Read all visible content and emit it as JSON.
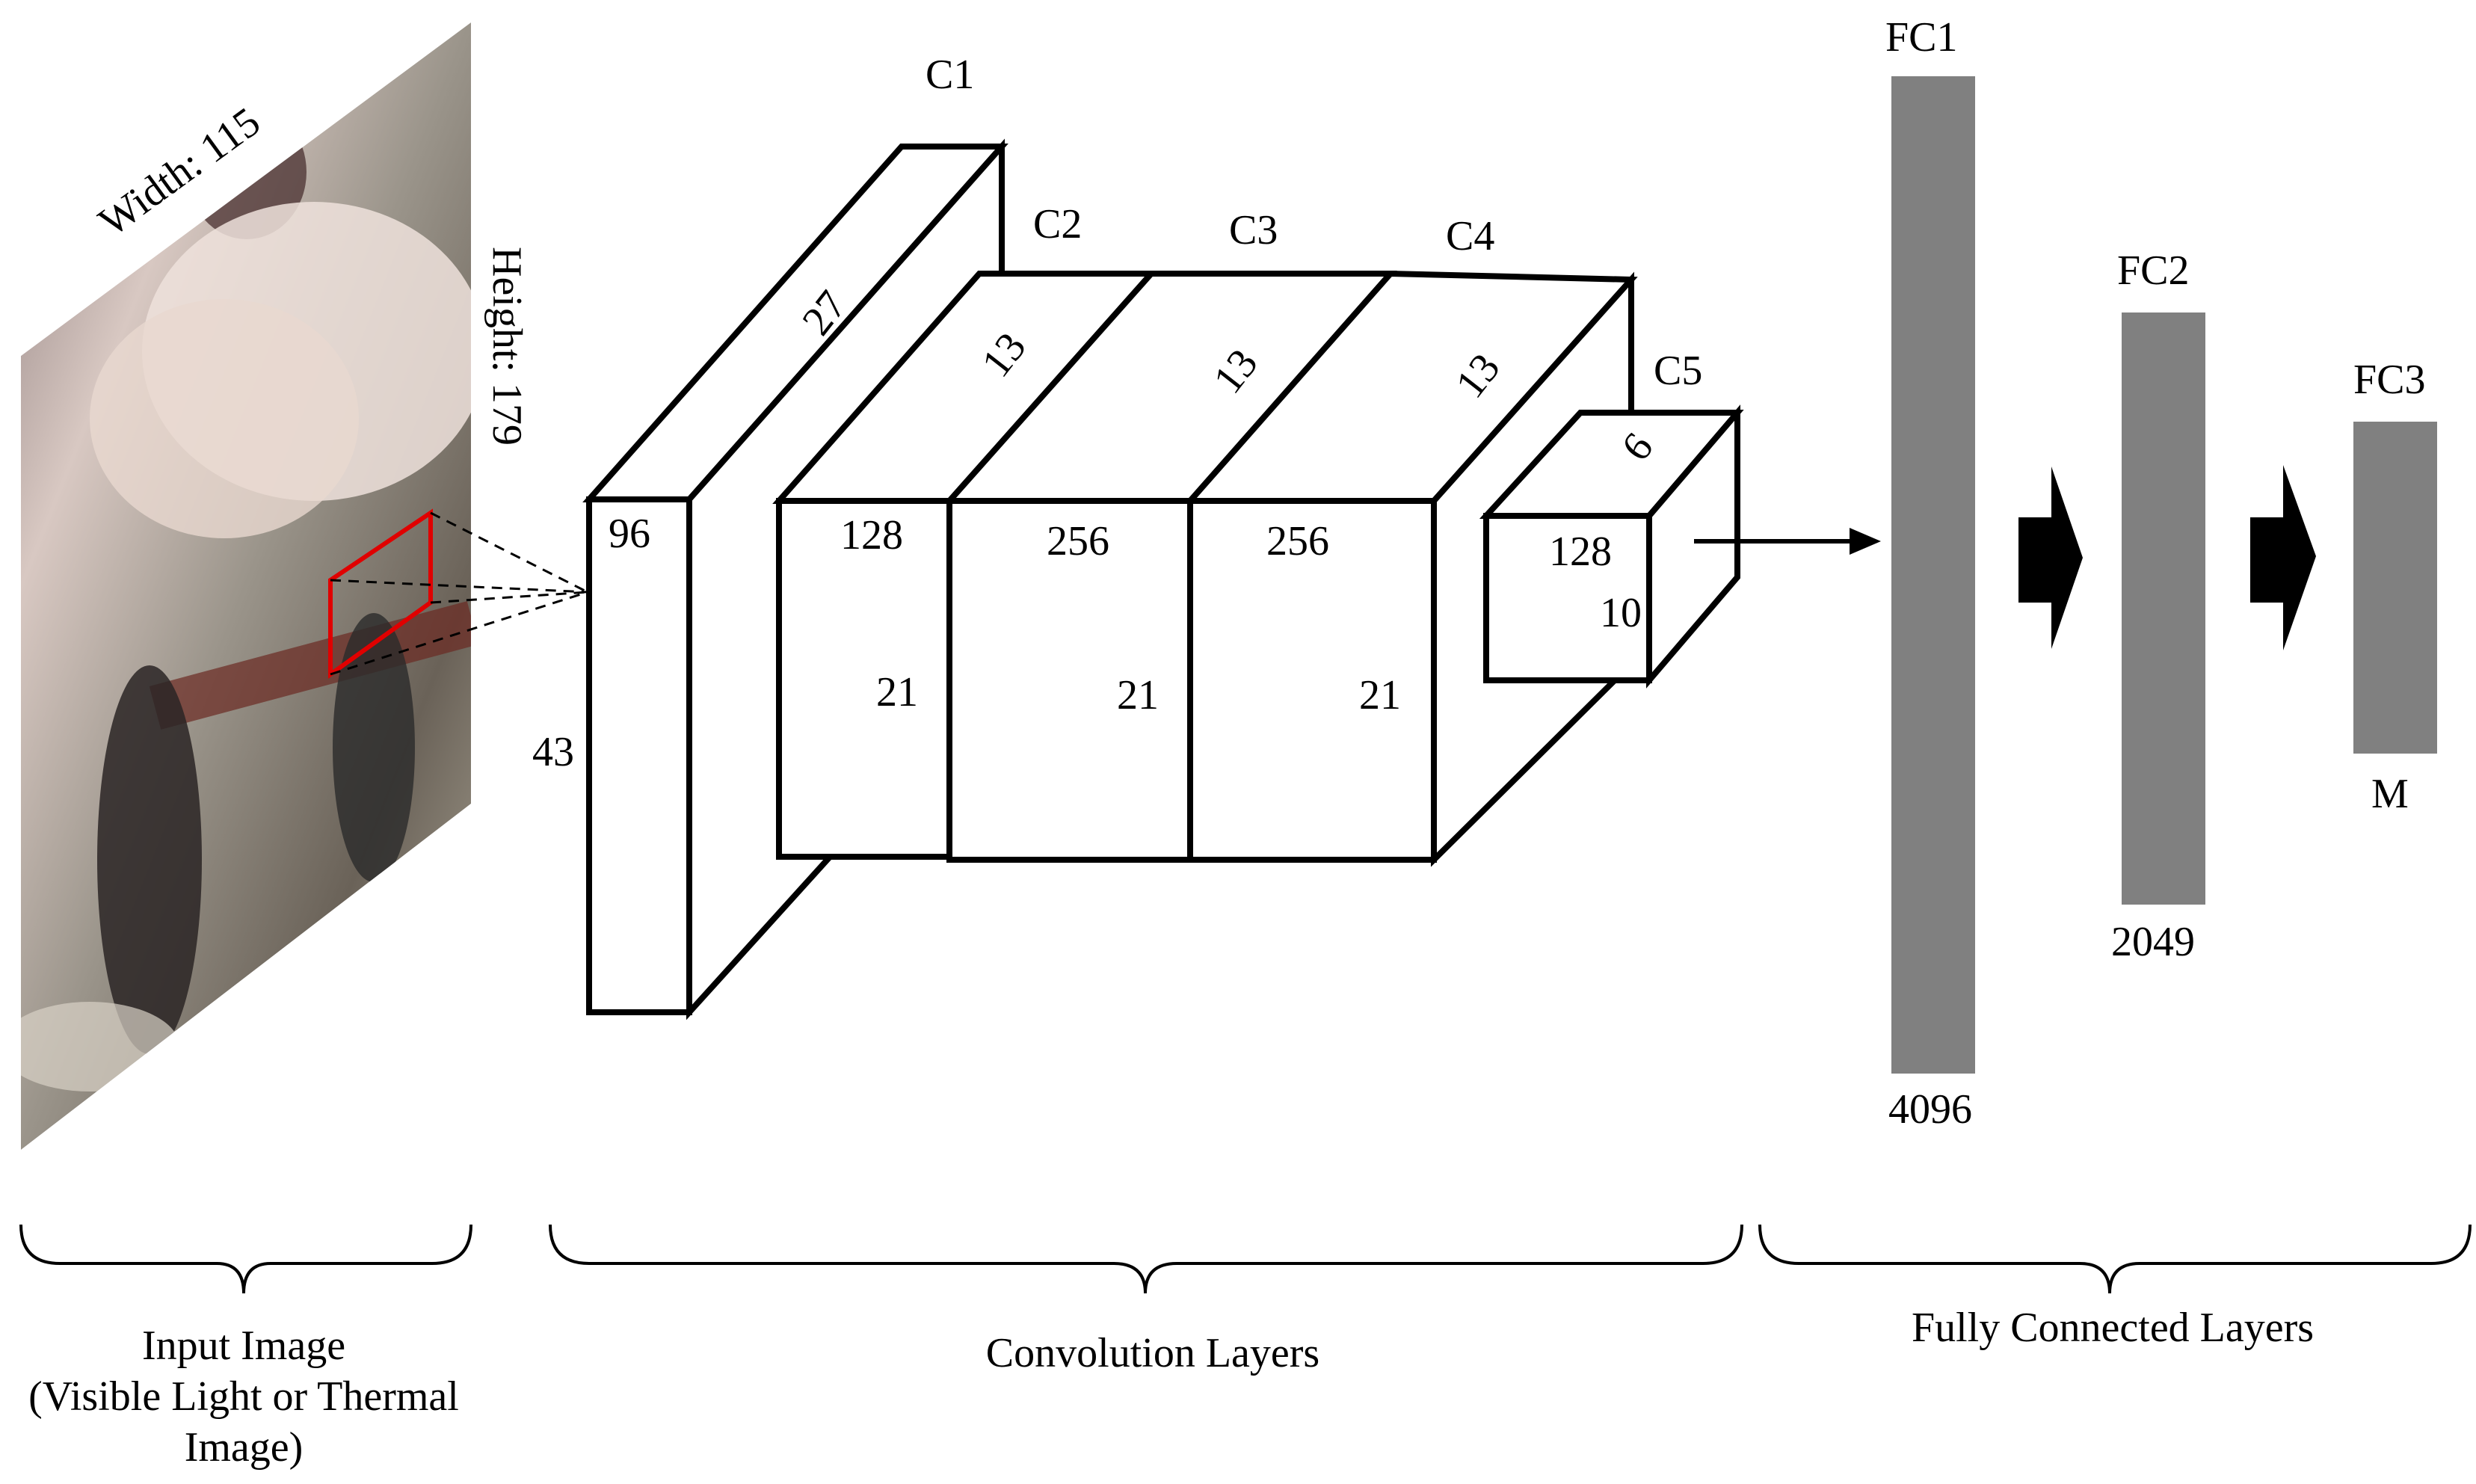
{
  "input_image": {
    "width_label": "Width: 115",
    "height_label": "Height: 179",
    "caption_lines": [
      "Input Image",
      "(Visible Light or Thermal",
      "Image)"
    ]
  },
  "conv_layers": {
    "caption": "Convolution Layers",
    "c1": {
      "name": "C1",
      "depth": "27",
      "channels": "96",
      "height": "43"
    },
    "c2": {
      "name": "C2",
      "depth": "13",
      "channels": "128",
      "height": "21"
    },
    "c3": {
      "name": "C3",
      "depth": "13",
      "channels": "256",
      "height": "21"
    },
    "c4": {
      "name": "C4",
      "depth": "13",
      "channels": "256",
      "height": "21"
    },
    "c5": {
      "name": "C5",
      "depth": "6",
      "channels": "128",
      "height": "10"
    }
  },
  "fc_layers": {
    "caption": "Fully Connected Layers",
    "fc1": {
      "name": "FC1",
      "units": "4096"
    },
    "fc2": {
      "name": "FC2",
      "units": "2049"
    },
    "fc3": {
      "name": "FC3",
      "units": "M"
    }
  },
  "colors": {
    "fc_bar": "#808080",
    "crop_box": "#e00000",
    "outline": "#000000"
  }
}
